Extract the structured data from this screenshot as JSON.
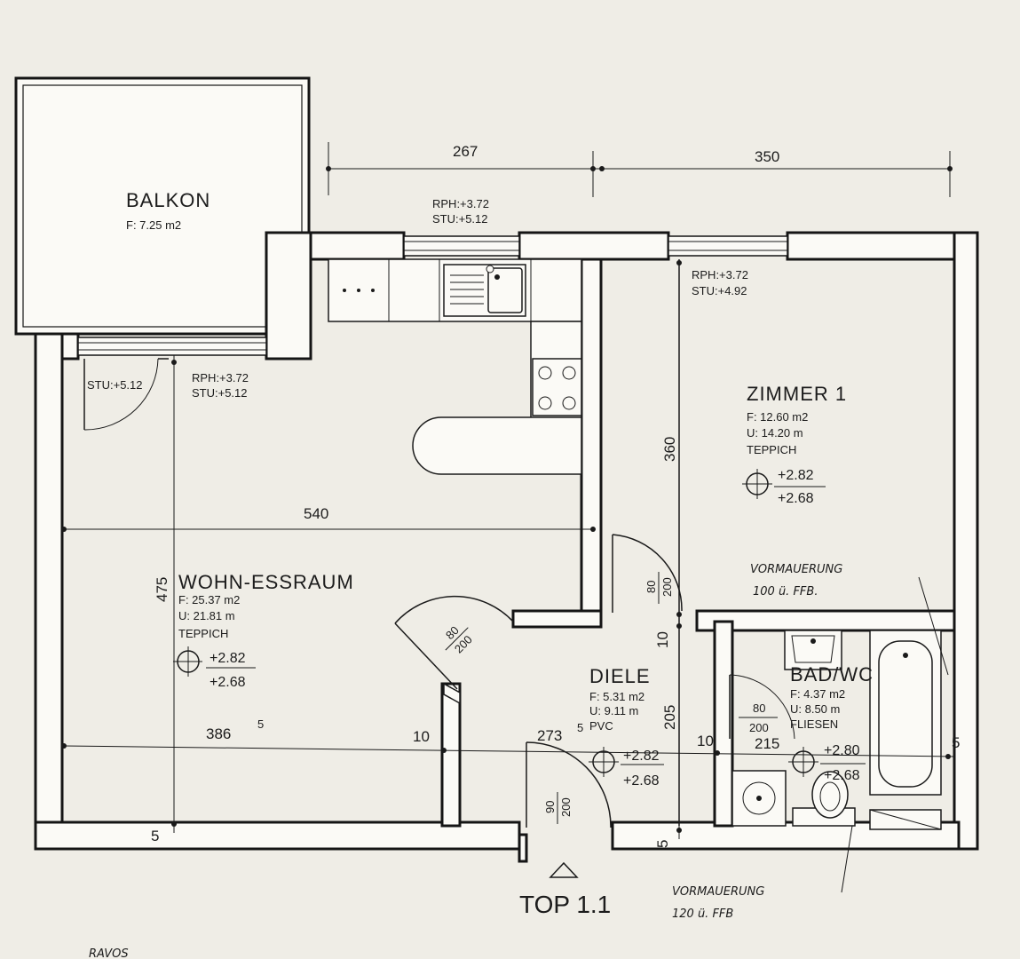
{
  "rooms": {
    "balkon": {
      "name": "BALKON",
      "area": "F: 7.25 m2"
    },
    "wohn": {
      "name": "WOHN-ESSRAUM",
      "area": "F: 25.37 m2",
      "perimeter": "U: 21.81 m",
      "floor": "TEPPICH",
      "level_top": "+2.82",
      "level_bottom": "+2.68"
    },
    "zimmer": {
      "name": "ZIMMER 1",
      "area": "F: 12.60 m2",
      "perimeter": "U: 14.20 m",
      "floor": "TEPPICH",
      "level_top": "+2.82",
      "level_bottom": "+2.68"
    },
    "diele": {
      "name": "DIELE",
      "area": "F: 5.31 m2",
      "perimeter": "U: 9.11 m",
      "floor": "PVC",
      "level_top": "+2.82",
      "level_bottom": "+2.68"
    },
    "bad": {
      "name": "BAD/WC",
      "area": "F: 4.37 m2",
      "perimeter": "U: 8.50 m",
      "floor": "FLIESEN",
      "level_top": "+2.80",
      "level_bottom": "+2.68"
    }
  },
  "window_notes": {
    "top_window": {
      "rph": "RPH:+3.72",
      "stu": "STU:+5.12"
    },
    "zimmer_window": {
      "rph": "RPH:+3.72",
      "stu": "STU:+4.92"
    },
    "balcony_door": {
      "stu": "STU:+5.12"
    },
    "balcony_window": {
      "rph": "RPH:+3.72",
      "stu": "STU:+5.12"
    }
  },
  "dimensions": {
    "top_left": "267",
    "top_right": "350",
    "wohn_width": "540",
    "wohn_height": "475",
    "wohn_lower": "386",
    "wohn_lower_sup": "5",
    "zimmer_height": "360",
    "diele_height": "205",
    "diele_width": "273",
    "diele_width_sup": "5",
    "bad_width": "215",
    "wall_10_a": "10",
    "wall_10_b": "10",
    "wall_10_c": "10",
    "wall_5_left": "5",
    "wall_5_mid": "5",
    "wall_5_right": "5"
  },
  "doors": {
    "wohn": {
      "w": "80",
      "h": "200"
    },
    "zimmer": {
      "w": "80",
      "h": "200"
    },
    "bad": {
      "w": "80",
      "h": "200"
    },
    "entry": {
      "w": "90",
      "h": "200"
    }
  },
  "notes": {
    "vormauerung_top": {
      "line1": "VORMAUERUNG",
      "line2": "100 ü. FFB."
    },
    "vormauerung_bottom": {
      "line1": "VORMAUERUNG",
      "line2": "120 ü. FFB"
    },
    "corner_scribble": "RAVOS"
  },
  "plan_label": "TOP 1.1"
}
